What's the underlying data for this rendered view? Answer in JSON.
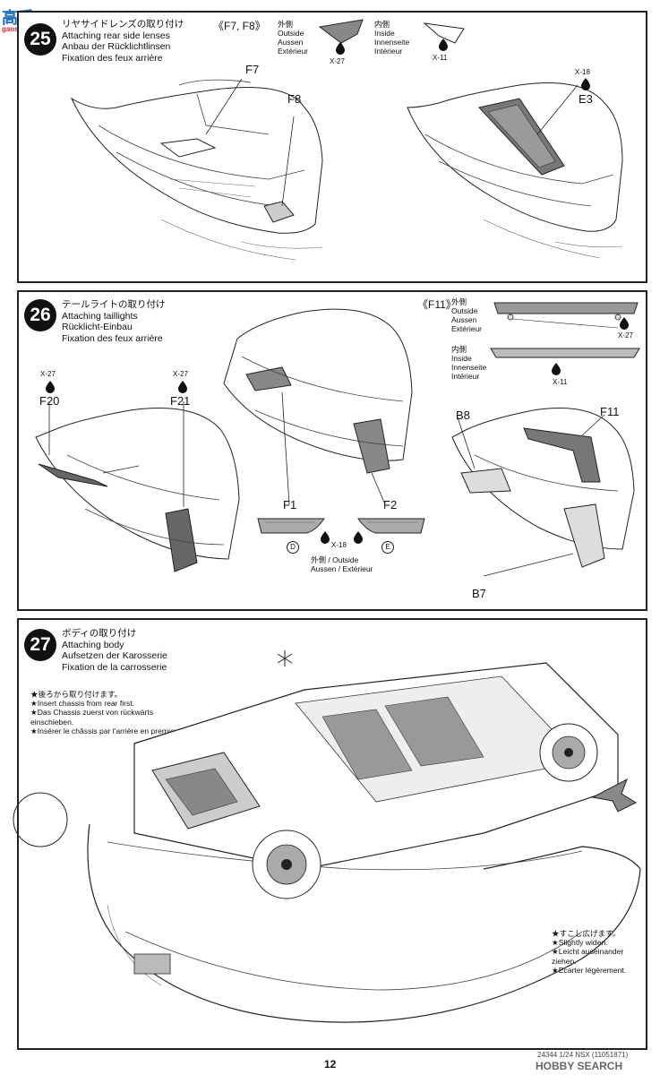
{
  "watermark": {
    "logo_text": "高手",
    "site_text": "gaoshou.com"
  },
  "step25": {
    "number": "25",
    "title_ja": "リヤサイドレンズの取り付け",
    "title_en": "Attaching rear side lenses",
    "title_de": "Anbau der Rücklichtlinsen",
    "title_fr": "Fixation des feux arrière",
    "parts_header": "《F7, F8》",
    "outside": {
      "ja": "外側",
      "en": "Outside",
      "de": "Aussen",
      "fr": "Extérieur",
      "paint": "X-27"
    },
    "inside": {
      "ja": "内側",
      "en": "Inside",
      "de": "Innenseite",
      "fr": "Intérieur",
      "paint": "X-11"
    },
    "label_f7": "F7",
    "label_f8": "F8",
    "paint_e3": "X-18",
    "label_e3": "E3"
  },
  "step26": {
    "number": "26",
    "title_ja": "テールライトの取り付け",
    "title_en": "Attaching taillights",
    "title_de": "Rücklicht-Einbau",
    "title_fr": "Fixation des feux arrière",
    "paint_f20": "X-27",
    "label_f20": "F20",
    "paint_f21": "X-27",
    "label_f21": "F21",
    "label_f1": "F1",
    "label_f2": "F2",
    "decal_d": "D",
    "decal_e": "E",
    "paint_x18": "X-18",
    "outside_caption_1": "外側 / Outside",
    "outside_caption_2": "Aussen / Extérieur",
    "f11_header": "《F11》",
    "f11_outside": {
      "ja": "外側",
      "en": "Outside",
      "de": "Aussen",
      "fr": "Extérieur",
      "paint": "X-27"
    },
    "f11_inside": {
      "ja": "内側",
      "en": "Inside",
      "de": "Innenseite",
      "fr": "Intérieur",
      "paint": "X-11"
    },
    "label_b8": "B8",
    "label_f11": "F11",
    "label_b7": "B7"
  },
  "step27": {
    "number": "27",
    "title_ja": "ボディの取り付け",
    "title_en": "Attaching body",
    "title_de": "Aufsetzen der Karosserie",
    "title_fr": "Fixation de la carrosserie",
    "note1": [
      "★後ろから取り付けます。",
      "★Insert chassis from rear first.",
      "★Das Chassis zuerst von rückwärts",
      "einschieben.",
      "★Insérer le châssis par l'arrière en premier."
    ],
    "note2": [
      "★すこし広げます。",
      "★Slightly widen.",
      "★Leicht auseinander",
      "ziehen.",
      "★Ecarter légèrement."
    ]
  },
  "footer": {
    "page_number": "12",
    "code": "24344 1/24 NSX (11051871)",
    "hobby_search": "HOBBY SEARCH"
  }
}
